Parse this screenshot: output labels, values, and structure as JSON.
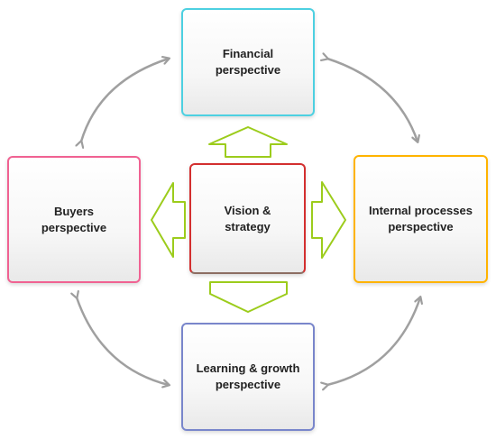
{
  "nodes": {
    "top": {
      "label": "Financial\nperspective",
      "color": "#4dd0e1"
    },
    "left": {
      "label": "Buyers\nperspective",
      "color": "#f06292"
    },
    "center": {
      "label": "Vision &\nstrategy",
      "color": "#d32f2f",
      "color2": "#8d6e63"
    },
    "right": {
      "label": "Internal processes\nperspective",
      "color": "#ffb300"
    },
    "bottom": {
      "label": "Learning & growth\nperspective",
      "color": "#7986cb"
    }
  },
  "colors": {
    "inner_arrow": "#9ccc1c",
    "outer_arrow": "#9e9e9e"
  }
}
